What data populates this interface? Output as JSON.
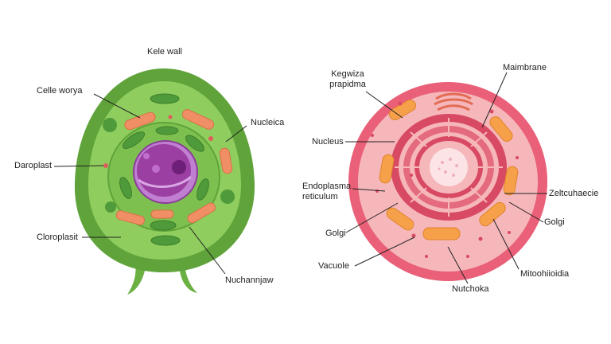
{
  "plant_cell": {
    "title": "Kele wall",
    "labels": {
      "cell_wall": "Celle worya",
      "daroplast": "Daroplast",
      "cloroplasit": "Cloroplasit",
      "nucleus": "Nucleica",
      "nuchannjaw": "Nuchannjaw"
    },
    "colors": {
      "wall": "#5fa33a",
      "cytoplasm": "#8fce5e",
      "nucleus": "#9b3fa3",
      "mito": "#f08f66"
    }
  },
  "animal_cell": {
    "labels": {
      "top_left": "Kegwiza\nprapidma",
      "membrane": "Maimbrane",
      "nucleus": "Nucleus",
      "er": "Endoplasma\nreticulum",
      "golgi_left": "Golgi",
      "vacuole": "Vacuole",
      "zelt": "Zeltcuhaecie",
      "golgi_right": "Golgi",
      "mitochondria": "Mitoohiioidia",
      "nutchoka": "Nutchoka"
    },
    "colors": {
      "membrane": "#e96078",
      "cytoplasm": "#f6b7bb",
      "er": "#d84a63",
      "mito": "#f6a04a"
    }
  }
}
